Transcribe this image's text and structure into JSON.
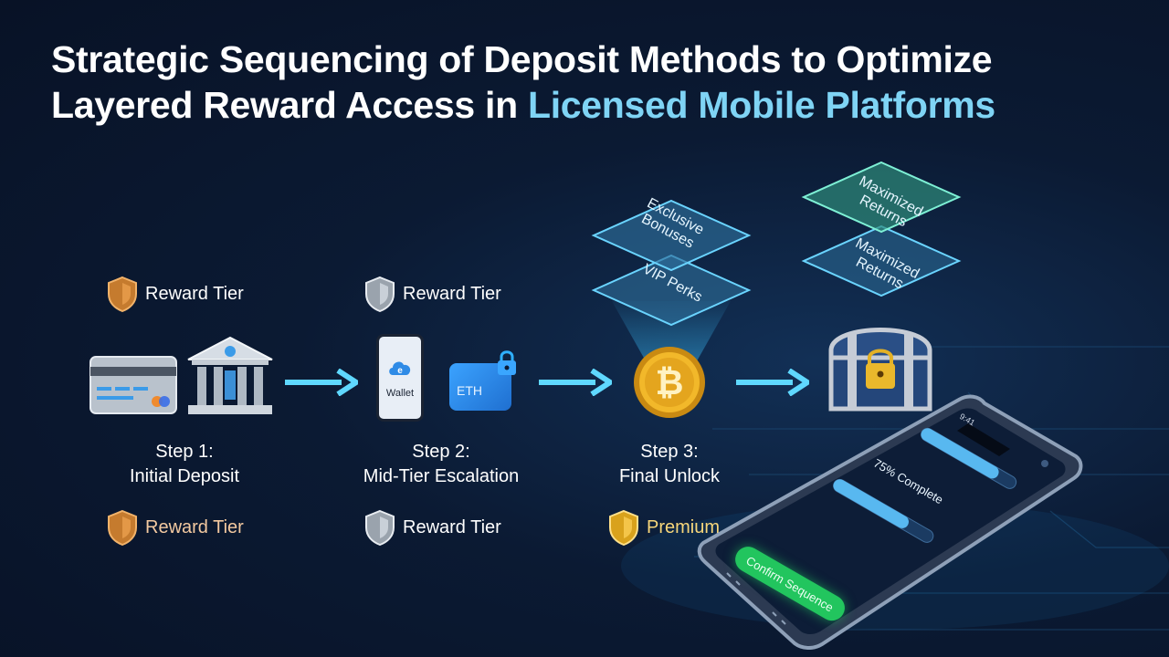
{
  "title": {
    "line1": "Strategic Sequencing of Deposit Methods to Optimize",
    "line2_prefix": "Layered Reward Access in ",
    "line2_highlight": "Licensed Mobile Platforms"
  },
  "colors": {
    "background": "#0b1a33",
    "highlight": "#7fd4f5",
    "arrow": "#5fd8ff",
    "bronze": "#d08a3a",
    "silver": "#c9ced6",
    "gold": "#e9b52b",
    "confirm": "#22c55e"
  },
  "top_badges": [
    {
      "label": "Reward Tier",
      "icon": "bronze-shield-icon"
    },
    {
      "label": "Reward Tier",
      "icon": "silver-shield-icon"
    }
  ],
  "steps": [
    {
      "title": "Step 1:",
      "subtitle": "Initial Deposit",
      "icons": [
        "credit-card-icon",
        "bank-icon"
      ]
    },
    {
      "title": "Step 2:",
      "subtitle": "Mid-Tier Escalation",
      "icons": [
        "mobile-wallet-icon",
        "eth-card-lock-icon"
      ],
      "wallet_label": "Wallet",
      "eth_label": "ETH"
    },
    {
      "title": "Step 3:",
      "subtitle": "Final Unlock",
      "icons": [
        "bitcoin-icon"
      ]
    }
  ],
  "bottom_badges": [
    {
      "label": "Reward Tier",
      "icon": "bronze-shield-icon"
    },
    {
      "label": "Reward Tier",
      "icon": "silver-shield-icon"
    },
    {
      "label": "Premium",
      "icon": "gold-shield-icon"
    }
  ],
  "layers_step3": [
    "Exclusive Bonuses",
    "VIP Perks"
  ],
  "layers_final": [
    "Maximized Returns",
    "Maximized Returns"
  ],
  "phone": {
    "progress_label": "75% Complete",
    "progress_value": 0.75,
    "confirm_label": "Confirm Sequence"
  }
}
